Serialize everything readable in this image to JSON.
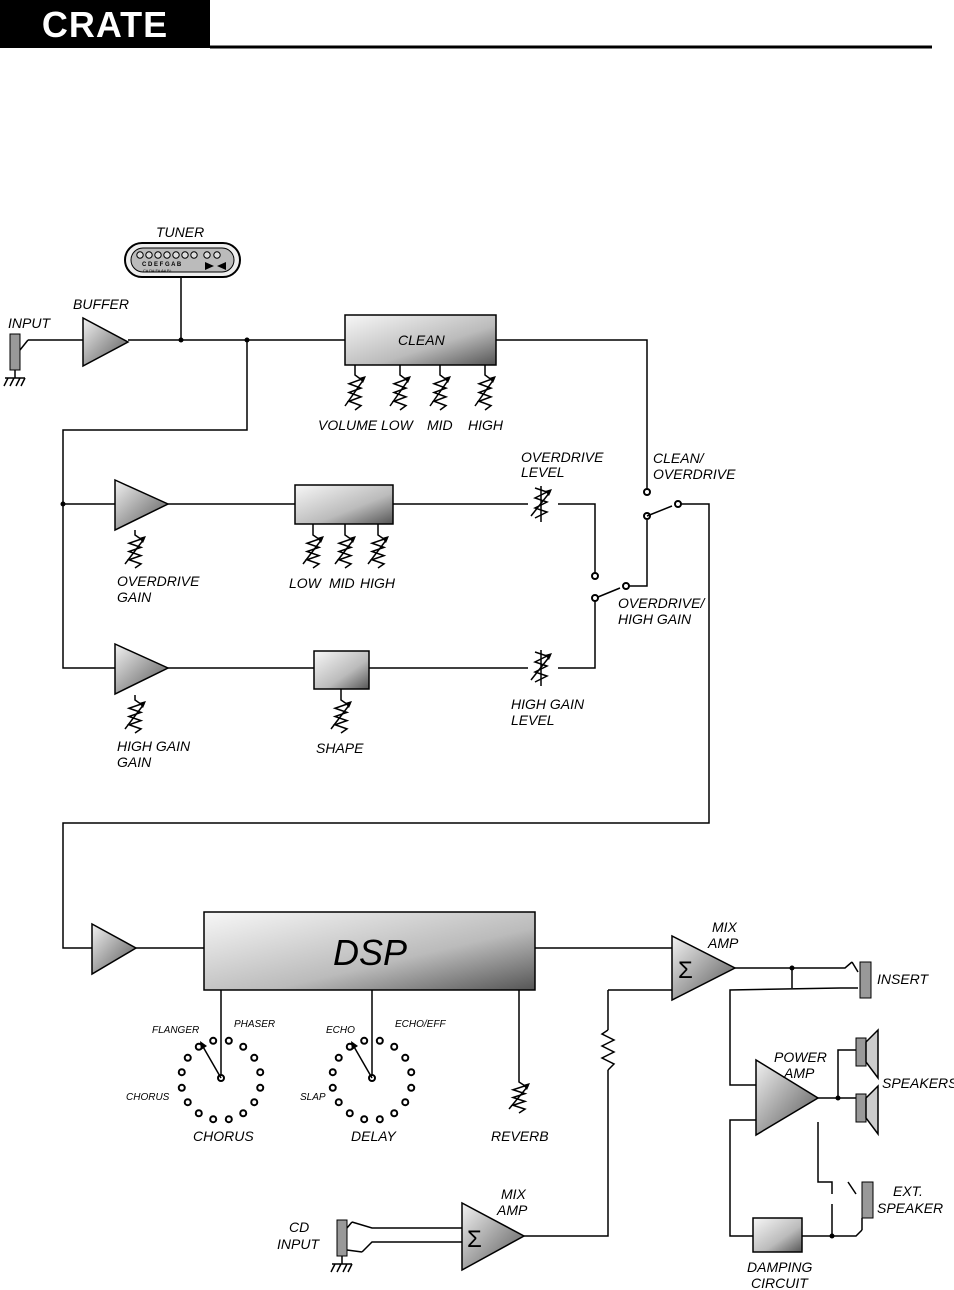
{
  "header": {
    "logo": "CRATE"
  },
  "labels": {
    "tuner": "TUNER",
    "buffer": "BUFFER",
    "input": "INPUT",
    "clean": "CLEAN",
    "volume": "VOLUME",
    "low": "LOW",
    "mid": "MID",
    "high": "HIGH",
    "overdrive_level_1": "OVERDRIVE",
    "overdrive_level_2": "LEVEL",
    "clean_overdrive_1": "CLEAN/",
    "clean_overdrive_2": "OVERDRIVE",
    "overdrive_gain_1": "OVERDRIVE",
    "overdrive_gain_2": "GAIN",
    "od_low": "LOW",
    "od_mid": "MID",
    "od_high": "HIGH",
    "od_hg_1": "OVERDRIVE/",
    "od_hg_2": "HIGH GAIN",
    "hg_level_1": "HIGH GAIN",
    "hg_level_2": "LEVEL",
    "hg_gain_1": "HIGH GAIN",
    "hg_gain_2": "GAIN",
    "shape": "SHAPE",
    "dsp": "DSP",
    "flanger": "FLANGER",
    "phaser": "PHASER",
    "chorus_pos": "CHORUS",
    "chorus": "CHORUS",
    "echo": "ECHO",
    "echo_eff": "ECHO/EFF",
    "slap": "SLAP",
    "delay": "DELAY",
    "reverb": "REVERB",
    "mix_amp_1": "MIX",
    "mix_amp_2": "AMP",
    "insert": "INSERT",
    "power_amp_1": "POWER",
    "power_amp_2": "AMP",
    "speakers": "SPEAKERS",
    "ext_speaker_1": "EXT.",
    "ext_speaker_2": "SPEAKER",
    "cd_input_1": "CD",
    "cd_input_2": "INPUT",
    "mix2_1": "MIX",
    "mix2_2": "AMP",
    "damping_1": "DAMPING",
    "damping_2": "CIRCUIT",
    "sigma": "Σ",
    "tuner_notes": "C D E F G A B",
    "tuner_sharps": "C# D# F# A# B♭"
  },
  "colors": {
    "ink": "#000000",
    "fill_light": "#f2f2f2",
    "fill_dark": "#6a6a6a"
  }
}
